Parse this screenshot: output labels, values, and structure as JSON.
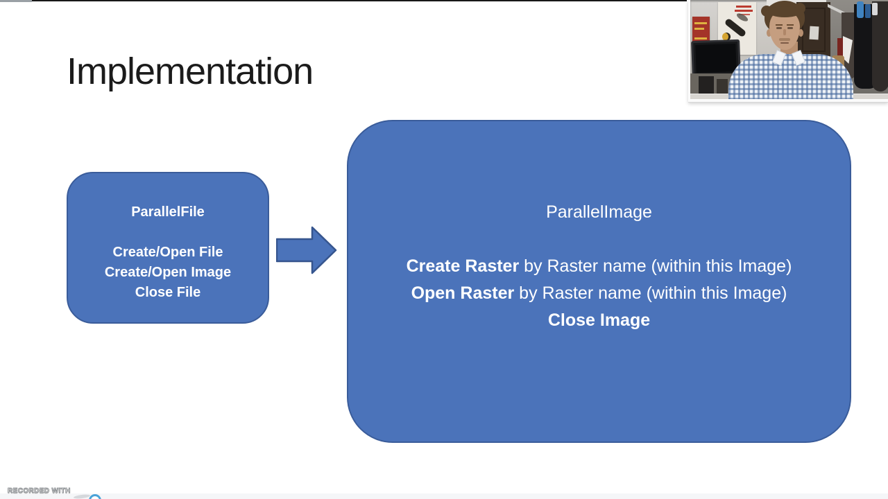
{
  "slide": {
    "title": "Implementation",
    "left_box": {
      "title": "ParallelFile",
      "lines": [
        "Create/Open File",
        "Create/Open Image",
        "Close File"
      ]
    },
    "right_box": {
      "title": "ParallelImage",
      "lines": [
        {
          "bold": "Create Raster",
          "rest": " by Raster name (within this Image)"
        },
        {
          "bold": "Open Raster",
          "rest": " by Raster name (within this Image)"
        },
        {
          "bold": "Close Image",
          "rest": ""
        }
      ]
    },
    "colors": {
      "shape_fill": "#4b73ba",
      "shape_border": "#3a5c9a",
      "shape_text": "#ffffff",
      "title_text": "#1b1b1b"
    }
  },
  "watermark": {
    "text": "RECORDED WITH"
  }
}
